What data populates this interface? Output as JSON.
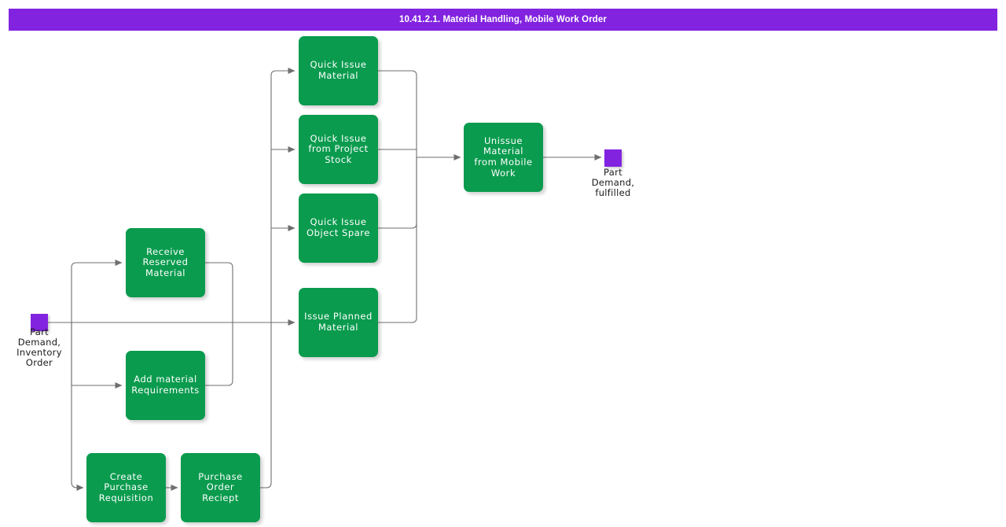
{
  "header": {
    "title": "10.41.2.1. Material Handling, Mobile Work Order",
    "background_color": "#8223e0",
    "text_color": "#ffffff"
  },
  "theme": {
    "process_fill": "#0a9b4e",
    "process_text": "#ffffff",
    "terminator_fill": "#8223e0",
    "connector_color": "#6f6f6f",
    "page_background": "#ffffff"
  },
  "terminators": [
    {
      "id": "start",
      "label": "Part\nDemand,\nInventory\nOrder"
    },
    {
      "id": "end",
      "label": "Part\nDemand,\nfulfilled"
    }
  ],
  "processes": [
    {
      "id": "quick-issue-material",
      "label": "Quick Issue\nMaterial"
    },
    {
      "id": "quick-issue-project-stock",
      "label": "Quick Issue\nfrom Project\nStock"
    },
    {
      "id": "quick-issue-object-spare",
      "label": "Quick Issue\nObject Spare"
    },
    {
      "id": "issue-planned-material",
      "label": "Issue Planned\nMaterial"
    },
    {
      "id": "unissue-material-mobile",
      "label": "Unissue Material\nfrom Mobile\nWork"
    },
    {
      "id": "receive-reserved-material",
      "label": "Receive\nReserved\nMaterial"
    },
    {
      "id": "add-material-requirements",
      "label": "Add material\nRequirements"
    },
    {
      "id": "create-purchase-requisition",
      "label": "Create Purchase\nRequisition"
    },
    {
      "id": "purchase-order-reciept",
      "label": "Purchase Order\nReciept"
    }
  ]
}
